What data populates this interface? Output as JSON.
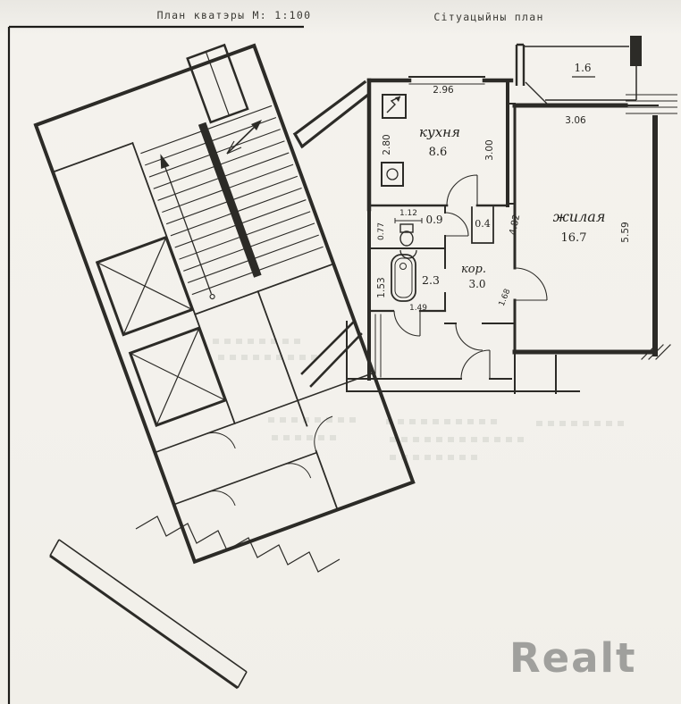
{
  "titles": {
    "plan": "План кватэры М: 1:100",
    "situation": "Сітуацыйны план"
  },
  "rooms": {
    "kitchen": {
      "label": "кухня",
      "area": "8.6"
    },
    "living": {
      "label": "жилая",
      "area": "16.7"
    },
    "corridor": {
      "label": "кор.",
      "area": "3.0"
    },
    "bathroom": {
      "area": "2.3"
    },
    "wc": {
      "area": "0.9"
    },
    "closet": {
      "area": "0.4"
    },
    "balcony": {
      "area": "1.6"
    }
  },
  "dimensions": {
    "kitchen_top": "2.96",
    "kitchen_left": "2.80",
    "kitchen_right": "3.00",
    "balcony_bottom": "3.06",
    "living_right": "5.59",
    "living_left": "4.82",
    "wc_top": "1.12",
    "wc_left": "0.77",
    "bath_left": "1.53",
    "bath_bottom": "1.49",
    "hall_right": "1.68"
  },
  "watermark": "Realt",
  "colors": {
    "ink": "#2c2b27",
    "paper": "#f3f1ec",
    "watermark": "#a0a09d"
  }
}
